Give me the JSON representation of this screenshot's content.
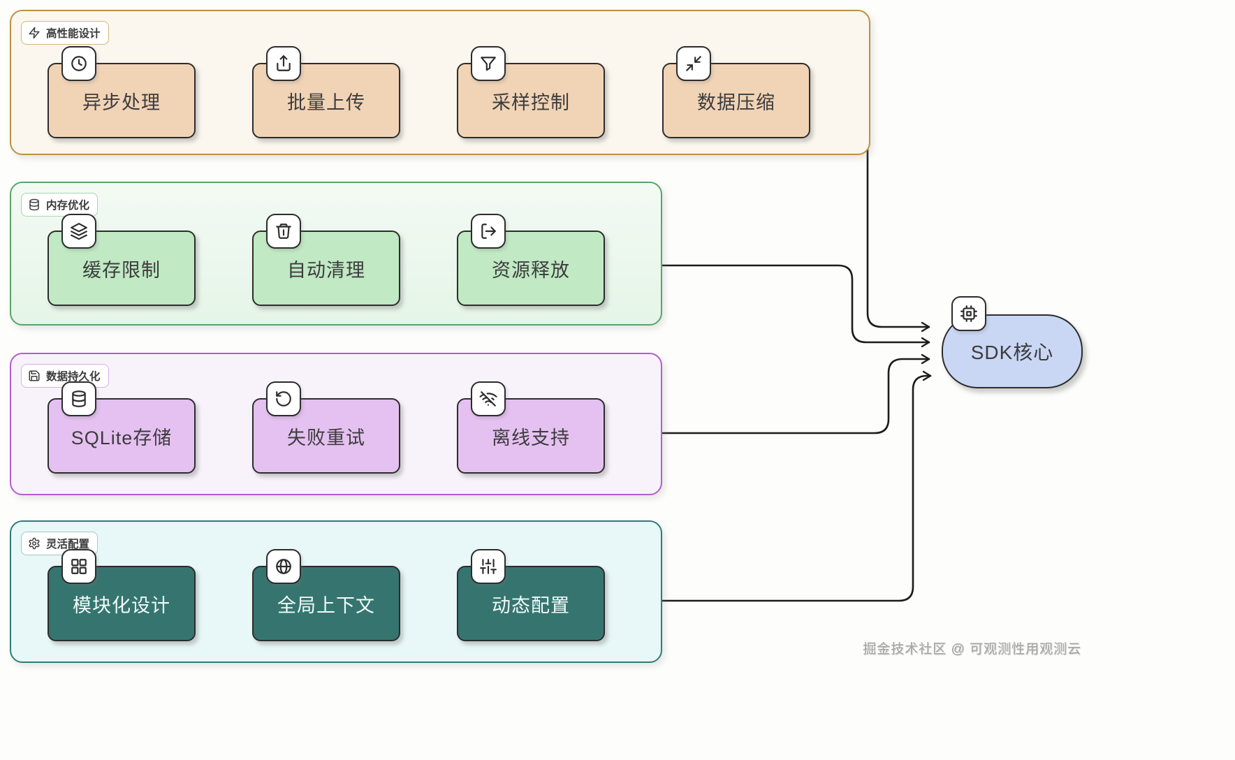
{
  "watermark": "掘金技术社区 @ 可观测性用观测云",
  "edge_color": "#1c1c1c",
  "core": {
    "label": "SDK核心",
    "icon": "cpu-icon",
    "fill": "#c9d6f4"
  },
  "groups": [
    {
      "label": "高性能设计",
      "icon": "zap-icon",
      "border": "#bd9140",
      "bg": "#fbf7ee",
      "node_fill": "#f1d3b6",
      "nodes": [
        {
          "label": "异步处理",
          "icon": "clock-icon"
        },
        {
          "label": "批量上传",
          "icon": "upload-icon"
        },
        {
          "label": "采样控制",
          "icon": "funnel-icon"
        },
        {
          "label": "数据压缩",
          "icon": "compress-icon"
        }
      ]
    },
    {
      "label": "内存优化",
      "icon": "database-icon",
      "border": "#56a569",
      "bg": "#e9f7ec",
      "node_fill": "#c0e9c4",
      "nodes": [
        {
          "label": "缓存限制",
          "icon": "layers-icon"
        },
        {
          "label": "自动清理",
          "icon": "trash-icon"
        },
        {
          "label": "资源释放",
          "icon": "release-icon"
        }
      ]
    },
    {
      "label": "数据持久化",
      "icon": "save-icon",
      "border": "#b35ed1",
      "bg": "#f8f3fb",
      "node_fill": "#e5c1f1",
      "nodes": [
        {
          "label": "SQLite存储",
          "icon": "database-icon"
        },
        {
          "label": "失败重试",
          "icon": "retry-icon"
        },
        {
          "label": "离线支持",
          "icon": "wifi-off-icon"
        }
      ]
    },
    {
      "label": "灵活配置",
      "icon": "gear-icon",
      "border": "#2e7d79",
      "bg": "#e8f7f7",
      "node_fill": "#36756f",
      "nodes": [
        {
          "label": "模块化设计",
          "icon": "grid-icon"
        },
        {
          "label": "全局上下文",
          "icon": "globe-icon"
        },
        {
          "label": "动态配置",
          "icon": "sliders-icon"
        }
      ]
    }
  ]
}
